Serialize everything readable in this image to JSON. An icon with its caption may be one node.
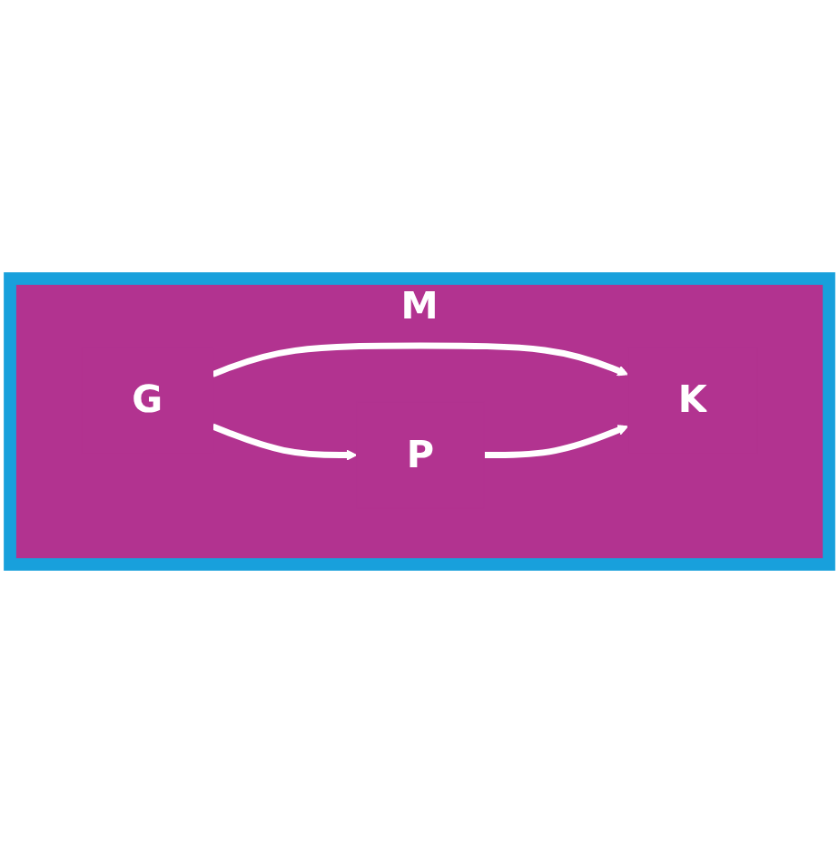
{
  "diagram": {
    "nodes": [
      {
        "text": [
          "M"
        ]
      },
      {
        "text": [
          "G"
        ],
        "in": 0
      },
      {
        "text": [
          "K"
        ],
        "in": 0
      },
      {
        "text": [
          "P"
        ],
        "in": 0
      }
    ],
    "edges": [
      {
        "from": 1,
        "to": 2,
        "arrow": "to"
      },
      {
        "from": 1,
        "to": 3,
        "arrow": "to"
      },
      {
        "from": 3,
        "to": 2,
        "arrow": "to"
      }
    ]
  }
}
